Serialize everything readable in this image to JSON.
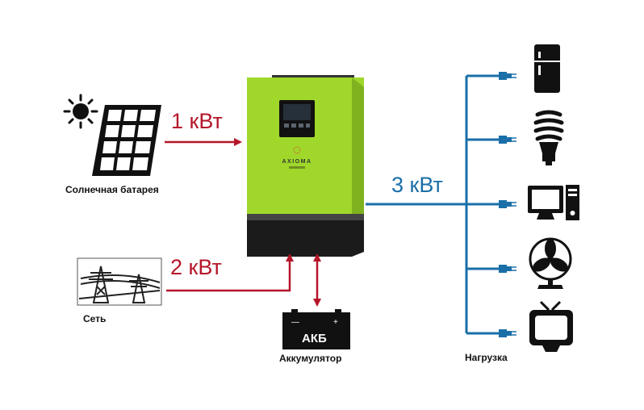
{
  "labels": {
    "solar": "Солнечная батарея",
    "grid": "Сеть",
    "battery": "Аккумулятор",
    "load": "Нагрузка",
    "akb": "АКБ",
    "brand": "AXIOMA"
  },
  "power": {
    "solar": "1 кВт",
    "grid": "2 кВт",
    "load": "3 кВт"
  },
  "colors": {
    "inverter_green": "#9fd82b",
    "flow_red": "#b5162a",
    "load_blue": "#1a6fa8"
  },
  "icons": {
    "sun": "sun-icon",
    "solar_panel": "solar-panel-icon",
    "power_lines": "power-lines-icon",
    "battery": "battery-icon",
    "fridge": "fridge-icon",
    "lamp": "lamp-icon",
    "computer": "computer-icon",
    "fan": "fan-icon",
    "tv": "tv-icon"
  }
}
